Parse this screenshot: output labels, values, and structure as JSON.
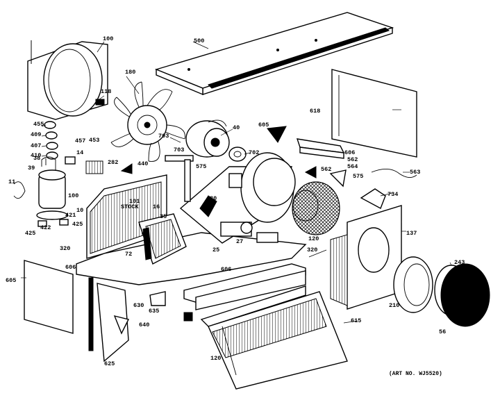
{
  "art_number": "(ART NO. WJ5520)",
  "callouts": [
    {
      "id": "c-top-plate",
      "text": "500"
    },
    {
      "id": "c-shroud-left",
      "text": "100"
    },
    {
      "id": "c-fan-blade",
      "text": "180"
    },
    {
      "id": "c-spring",
      "text": "118"
    },
    {
      "id": "c-nut-a",
      "text": "455"
    },
    {
      "id": "c-nut-b",
      "text": "409"
    },
    {
      "id": "c-grommet-a",
      "text": "407"
    },
    {
      "id": "c-grommet-b",
      "text": "410"
    },
    {
      "id": "c-bracket-a",
      "text": "457"
    },
    {
      "id": "c-bracket-b",
      "text": "453"
    },
    {
      "id": "c-clip",
      "text": "14"
    },
    {
      "id": "c-hose",
      "text": "11"
    },
    {
      "id": "c-tube-a",
      "text": "38"
    },
    {
      "id": "c-tube-b",
      "text": "39"
    },
    {
      "id": "c-compressor",
      "text": "100"
    },
    {
      "id": "c-mount-a",
      "text": "425"
    },
    {
      "id": "c-mount-b",
      "text": "422"
    },
    {
      "id": "c-mount-c",
      "text": "421"
    },
    {
      "id": "c-mount-d",
      "text": "425"
    },
    {
      "id": "c-filter-small",
      "text": "282"
    },
    {
      "id": "c-wedge",
      "text": "440"
    },
    {
      "id": "c-motor",
      "text": "40"
    },
    {
      "id": "c-motor-mount",
      "text": "703"
    },
    {
      "id": "c-motor-bracket",
      "text": "703"
    },
    {
      "id": "c-washer",
      "text": "702"
    },
    {
      "id": "c-grille-top",
      "text": "605"
    },
    {
      "id": "c-cap",
      "text": "575"
    },
    {
      "id": "c-bar",
      "text": "606"
    },
    {
      "id": "c-bar-b",
      "text": "562"
    },
    {
      "id": "c-bar-c",
      "text": "564"
    },
    {
      "id": "c-tri",
      "text": "562"
    },
    {
      "id": "c-tri-b",
      "text": "575"
    },
    {
      "id": "c-panel-right",
      "text": "618"
    },
    {
      "id": "c-wire",
      "text": "563"
    },
    {
      "id": "c-blower-label",
      "text": "30"
    },
    {
      "id": "c-bush",
      "text": "734"
    },
    {
      "id": "c-condenser",
      "text": "101"
    },
    {
      "id": "c-thermo",
      "text": "STOCK"
    },
    {
      "id": "c-base-left",
      "text": "10"
    },
    {
      "id": "c-evaporator",
      "text": "72"
    },
    {
      "id": "c-drain",
      "text": "25"
    },
    {
      "id": "c-cap-b",
      "text": "27"
    },
    {
      "id": "c-inlet-ring",
      "text": "16"
    },
    {
      "id": "c-wheel",
      "text": "120"
    },
    {
      "id": "c-scroll",
      "text": "137"
    },
    {
      "id": "c-scroll-b",
      "text": "35"
    },
    {
      "id": "c-louver",
      "text": "320"
    },
    {
      "id": "c-panel-left",
      "text": "605"
    },
    {
      "id": "c-panel-left-b",
      "text": "606"
    },
    {
      "id": "c-channel",
      "text": "625"
    },
    {
      "id": "c-filter",
      "text": "640"
    },
    {
      "id": "c-small-a",
      "text": "606"
    },
    {
      "id": "c-bracket-s",
      "text": "635"
    },
    {
      "id": "c-ring",
      "text": "210"
    },
    {
      "id": "c-ring-b",
      "text": "243"
    },
    {
      "id": "c-guard",
      "text": "56"
    },
    {
      "id": "c-plate-front",
      "text": "615"
    },
    {
      "id": "c-frame-front",
      "text": "120"
    },
    {
      "id": "c-knob",
      "text": "630"
    },
    {
      "id": "c-seal",
      "text": "320"
    }
  ]
}
